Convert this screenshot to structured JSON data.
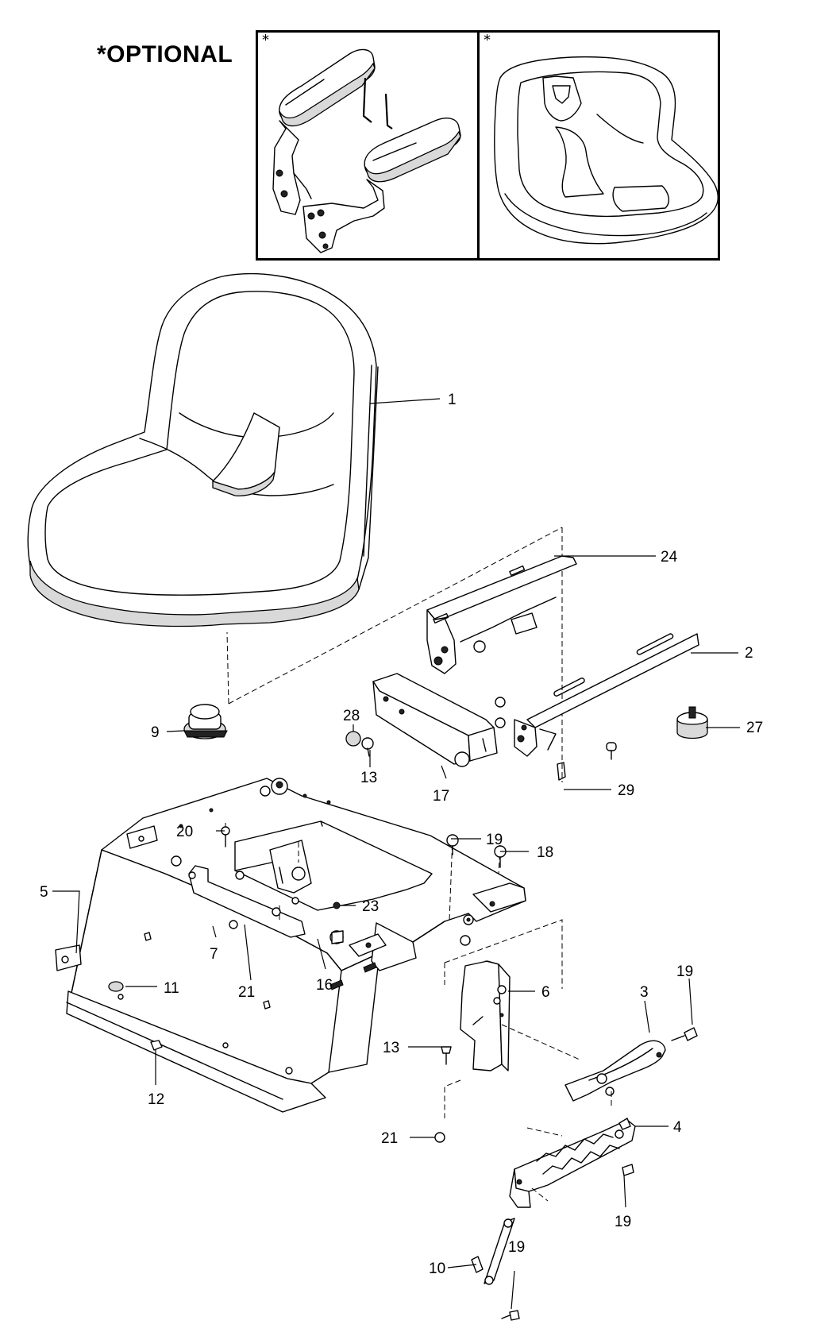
{
  "header": {
    "optional_label": "*OPTIONAL"
  },
  "optional_panels": [
    {
      "id": "armrest-kit",
      "marker": "*"
    },
    {
      "id": "seat-cover",
      "marker": "*"
    }
  ],
  "callouts": [
    {
      "id": "c1",
      "label": "1",
      "part": "seat"
    },
    {
      "id": "c24",
      "label": "24",
      "part": "seat-rail-left"
    },
    {
      "id": "c2",
      "label": "2",
      "part": "seat-rail-right"
    },
    {
      "id": "c28",
      "label": "28",
      "part": "cap"
    },
    {
      "id": "c9",
      "label": "9",
      "part": "seat-switch"
    },
    {
      "id": "c13a",
      "label": "13",
      "part": "plug"
    },
    {
      "id": "c17",
      "label": "17",
      "part": "hinge-bracket"
    },
    {
      "id": "c27",
      "label": "27",
      "part": "bumper"
    },
    {
      "id": "c29",
      "label": "29",
      "part": "bolt"
    },
    {
      "id": "c20",
      "label": "20",
      "part": "screw"
    },
    {
      "id": "c19a",
      "label": "19",
      "part": "bolt"
    },
    {
      "id": "c18",
      "label": "18",
      "part": "bolt"
    },
    {
      "id": "c5",
      "label": "5",
      "part": "seat-pan"
    },
    {
      "id": "c23",
      "label": "23",
      "part": "nut"
    },
    {
      "id": "c7",
      "label": "7",
      "part": "bracket"
    },
    {
      "id": "c21a",
      "label": "21",
      "part": "nut"
    },
    {
      "id": "c16",
      "label": "16",
      "part": "bolt"
    },
    {
      "id": "c11",
      "label": "11",
      "part": "plug"
    },
    {
      "id": "c12",
      "label": "12",
      "part": "clip"
    },
    {
      "id": "c6",
      "label": "6",
      "part": "support-bracket"
    },
    {
      "id": "c3",
      "label": "3",
      "part": "lever"
    },
    {
      "id": "c19b",
      "label": "19",
      "part": "bolt"
    },
    {
      "id": "c13b",
      "label": "13",
      "part": "plug"
    },
    {
      "id": "c4",
      "label": "4",
      "part": "adjuster-plate"
    },
    {
      "id": "c21b",
      "label": "21",
      "part": "nut"
    },
    {
      "id": "c19c",
      "label": "19",
      "part": "bolt"
    },
    {
      "id": "c10",
      "label": "10",
      "part": "link"
    },
    {
      "id": "c19d",
      "label": "19",
      "part": "bolt"
    }
  ]
}
